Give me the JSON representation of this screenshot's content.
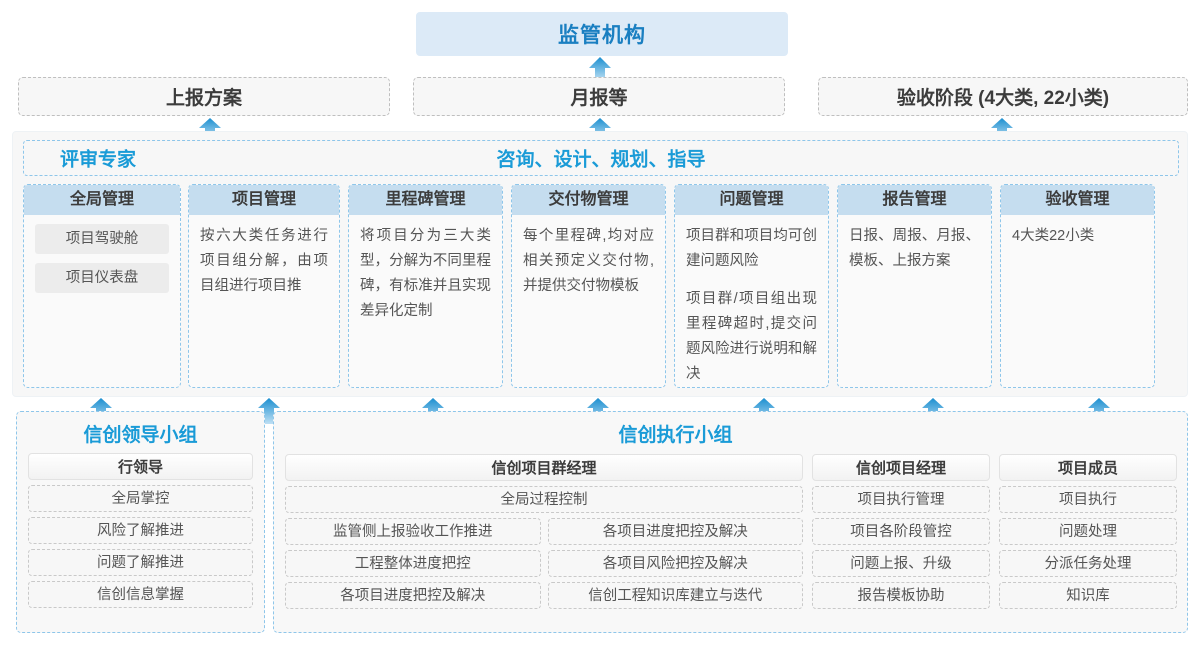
{
  "top": {
    "regulator": "监管机构",
    "deliverables": [
      {
        "label": "上报方案"
      },
      {
        "label": "月报等"
      },
      {
        "label": "验收阶段 (4大类, 22小类)"
      }
    ]
  },
  "middle": {
    "role_left": "评审专家",
    "role_center": "咨询、设计、规划、指导",
    "cards": [
      {
        "title": "全局管理",
        "paragraphs": [],
        "pills": [
          "项目驾驶舱",
          "项目仪表盘"
        ]
      },
      {
        "title": "项目管理",
        "paragraphs": [
          "按六大类任务进行项目组分解，由项目组进行项目推"
        ],
        "pills": []
      },
      {
        "title": "里程碑管理",
        "paragraphs": [
          "将项目分为三大类型，分解为不同里程碑，有标准并且实现差异化定制"
        ],
        "pills": []
      },
      {
        "title": "交付物管理",
        "paragraphs": [
          "每个里程碑,均对应相关预定义交付物,并提供交付物模板"
        ],
        "pills": []
      },
      {
        "title": "问题管理",
        "paragraphs": [
          "项目群和项目均可创建问题风险",
          "项目群/项目组出现里程碑超时,提交问题风险进行说明和解决"
        ],
        "pills": []
      },
      {
        "title": "报告管理",
        "paragraphs": [
          "日报、周报、月报、模板、上报方案"
        ],
        "pills": []
      },
      {
        "title": "验收管理",
        "paragraphs": [
          "4大类22小类"
        ],
        "pills": []
      }
    ]
  },
  "bottom": {
    "leader_group": {
      "title": "信创领导小组",
      "head": "行领导",
      "items": [
        "全局掌控",
        "风险了解推进",
        "问题了解推进",
        "信创信息掌握"
      ]
    },
    "exec_group": {
      "title": "信创执行小组",
      "program_manager": {
        "head": "信创项目群经理",
        "full_width_item": "全局过程控制",
        "left_items": [
          "监管侧上报验收工作推进",
          "工程整体进度把控",
          "各项目进度把控及解决"
        ],
        "right_items": [
          "各项目进度把控及解决",
          "各项目风险把控及解决",
          "信创工程知识库建立与迭代"
        ]
      },
      "project_manager": {
        "head": "信创项目经理",
        "items": [
          "项目执行管理",
          "项目各阶段管控",
          "问题上报、升级",
          "报告模板协助"
        ]
      },
      "member": {
        "head": "项目成员",
        "items": [
          "项目执行",
          "问题处理",
          "分派任务处理",
          "知识库"
        ]
      }
    }
  },
  "colors": {
    "accent_blue": "#1a9bd7",
    "title_blue": "#1a7fc1",
    "header_fill": "#c5ddef",
    "top_fill": "#dceaf7",
    "dashed_blue": "#8ec6ea",
    "arrow_dark": "#1b8fd0",
    "arrow_light": "#bfe0f4"
  },
  "arrows": {
    "count_top": 3,
    "count_mid": 7,
    "direction": "up"
  }
}
